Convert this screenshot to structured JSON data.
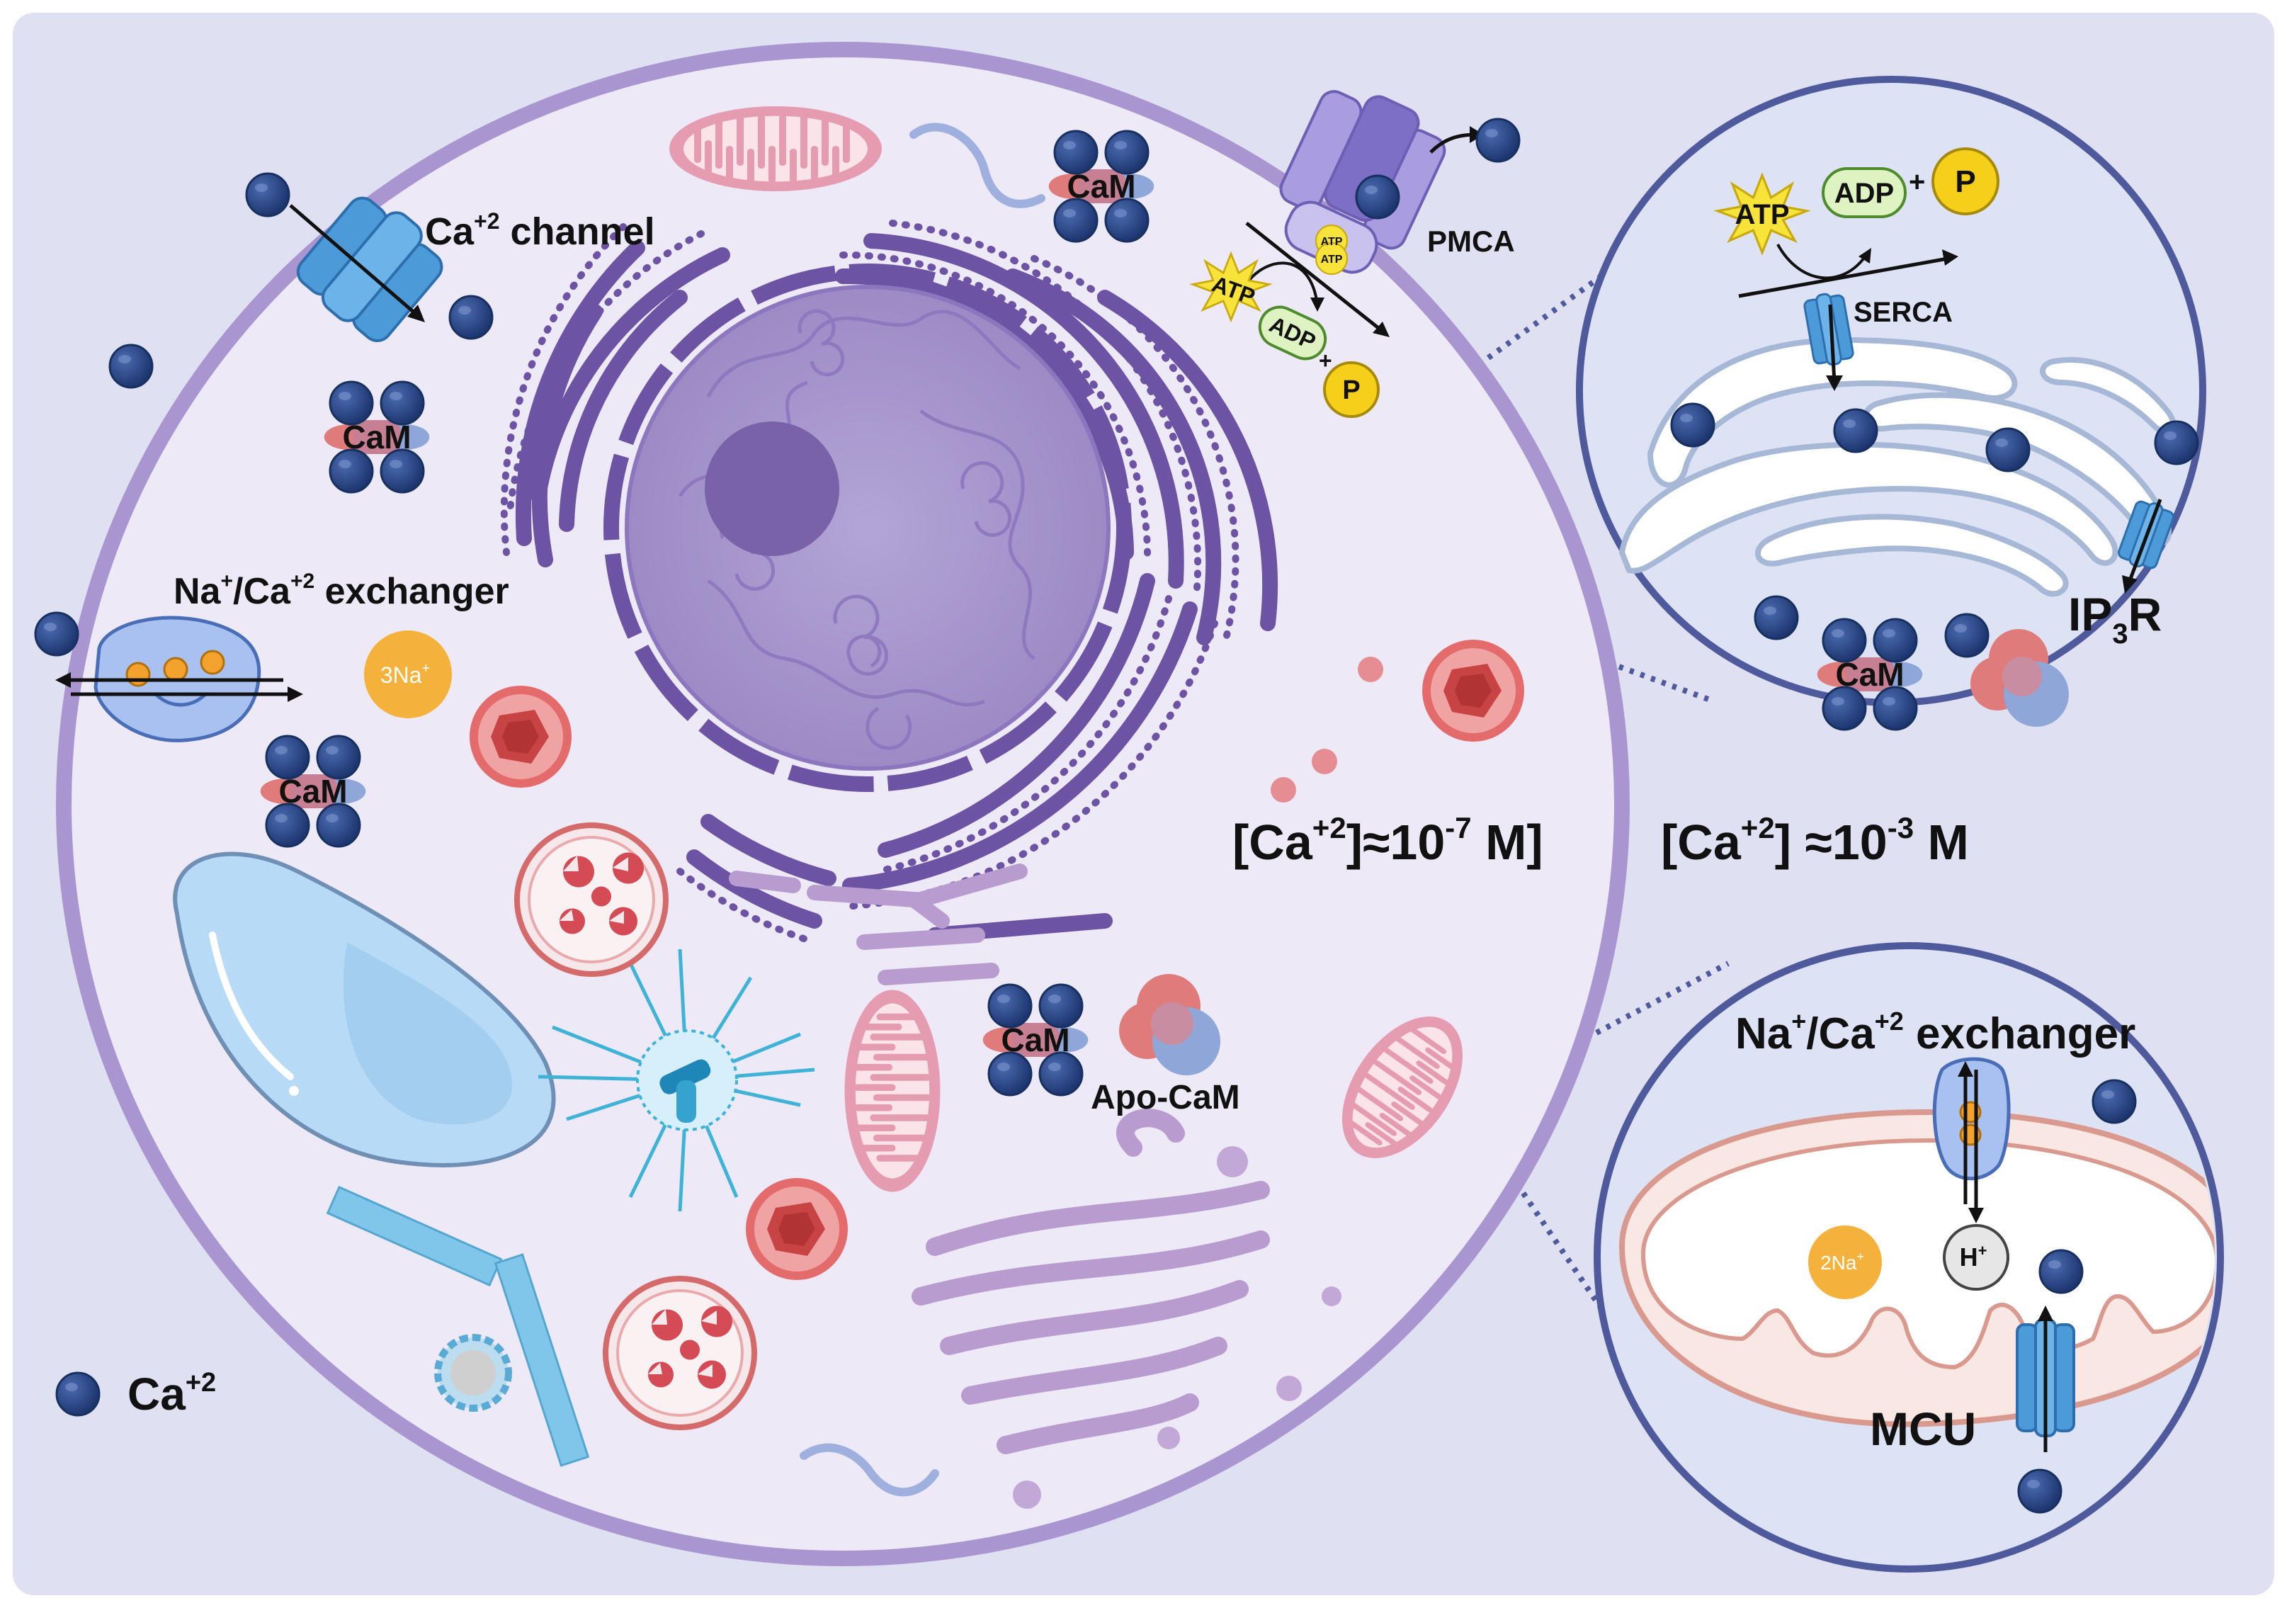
{
  "colors": {
    "background": "#dfe0f1",
    "cytoplasm": "#ede9f6",
    "cell_membrane": "#a995cf",
    "nucleus": "#a898cc",
    "nucleolus": "#7a62a8",
    "er": "#6d53a3",
    "calcium_ion": "#23417f",
    "cam_red": "#e07b7b",
    "cam_blue": "#8fa6d8",
    "atp": "#f7e33a",
    "adp": "#dff2c2",
    "phosphate": "#f6cf1b",
    "sodium": "#f4b23d",
    "channel": "#4d9ad8",
    "pmca": "#9d8fd6",
    "mitochondrion": "#e59bb0",
    "lysosome": "#e46b6b",
    "vacuole": "#b7dbf6",
    "golgi": "#b89ccf",
    "zoom_circle": "#dde3f4",
    "inset_border": "#4e5a9c"
  },
  "icons": [
    "calcium-ion-icon",
    "calmodulin-icon",
    "apo-calmodulin-icon",
    "atp-burst-icon",
    "adp-icon",
    "phosphate-icon",
    "sodium-icon",
    "proton-icon",
    "channel-icon",
    "pump-icon",
    "exchanger-icon",
    "mitochondrion-icon",
    "lysosome-icon",
    "nucleus-icon",
    "golgi-icon",
    "centrosome-icon",
    "microtubule-icon",
    "vacuole-icon"
  ],
  "labels": {
    "ca_channel": {
      "base": "Ca",
      "sup": "+2",
      "rest": " channel"
    },
    "pmca": "PMCA",
    "ncx_cell": {
      "a": "Na",
      "a_sup": "+",
      "b": "/Ca",
      "b_sup": "+2",
      "c": " exchanger"
    },
    "three_na": "3Na",
    "three_na_sup": "+",
    "cam": "CaM",
    "apo_cam": "Apo-CaM",
    "ca_inside": {
      "open": "[Ca",
      "sup": "+2",
      "mid": "]≈10",
      "exp": "-7",
      "unit": " M]"
    },
    "ca_outside": {
      "open": "[Ca",
      "sup": "+2",
      "mid": "] ≈10",
      "exp": "-3",
      "unit": " M"
    },
    "legend_ca": {
      "base": "Ca",
      "sup": "+2"
    },
    "atp": "ATP",
    "adp": "ADP",
    "plus": "+",
    "phosphate": "P",
    "serca": "SERCA",
    "ip3r": {
      "a": "IP",
      "sub": "3",
      "b": "R"
    },
    "ncx_mito": {
      "a": "Na",
      "a_sup": "+",
      "b": "/Ca",
      "b_sup": "+2",
      "c": " exchanger"
    },
    "two_na": "2Na",
    "two_na_sup": "+",
    "h": "H",
    "h_sup": "+",
    "mcu": "MCU"
  }
}
